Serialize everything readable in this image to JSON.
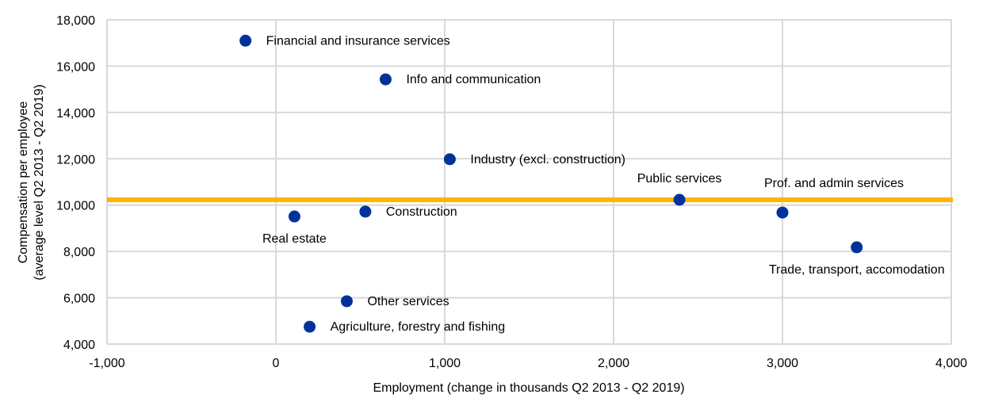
{
  "chart_data": {
    "type": "scatter",
    "title": "",
    "xlabel": "Employment (change in thousands Q2 2013 - Q2 2019)",
    "ylabel_lines": [
      "Compensation per employee",
      "(average level  Q2 2013 - Q2 2019)"
    ],
    "xlim": [
      -1000,
      4000
    ],
    "ylim": [
      4000,
      18000
    ],
    "x_ticks": [
      -1000,
      0,
      1000,
      2000,
      3000,
      4000
    ],
    "x_tick_labels": [
      "-1,000",
      "0",
      "1,000",
      "2,000",
      "3,000",
      "4,000"
    ],
    "y_ticks": [
      4000,
      6000,
      8000,
      10000,
      12000,
      14000,
      16000,
      18000
    ],
    "y_tick_labels": [
      "4,000",
      "6,000",
      "8,000",
      "10,000",
      "12,000",
      "14,000",
      "16,000",
      "18,000"
    ],
    "grid": true,
    "legend": "none",
    "colors": {
      "points": "#003299",
      "reference_line": "#FFB400",
      "grid": "#d9d9d9"
    },
    "reference_line": {
      "orientation": "horizontal",
      "y": 10230
    },
    "points": [
      {
        "label": "Financial and insurance services",
        "x": -180,
        "y": 17100,
        "label_pos": "right"
      },
      {
        "label": "Info and communication",
        "x": 650,
        "y": 15430,
        "label_pos": "right"
      },
      {
        "label": "Industry (excl. construction)",
        "x": 1030,
        "y": 11980,
        "label_pos": "right"
      },
      {
        "label": "Public services",
        "x": 2390,
        "y": 10230,
        "label_pos": "above"
      },
      {
        "label": "Prof. and admin services",
        "x": 3000,
        "y": 9680,
        "label_pos": "above-right"
      },
      {
        "label": "Trade, transport, accomodation",
        "x": 3440,
        "y": 8180,
        "label_pos": "below"
      },
      {
        "label": "Construction",
        "x": 530,
        "y": 9720,
        "label_pos": "right"
      },
      {
        "label": "Real estate",
        "x": 110,
        "y": 9510,
        "label_pos": "below"
      },
      {
        "label": "Other services",
        "x": 420,
        "y": 5850,
        "label_pos": "right"
      },
      {
        "label": "Agriculture, forestry and fishing",
        "x": 200,
        "y": 4750,
        "label_pos": "right"
      }
    ]
  }
}
